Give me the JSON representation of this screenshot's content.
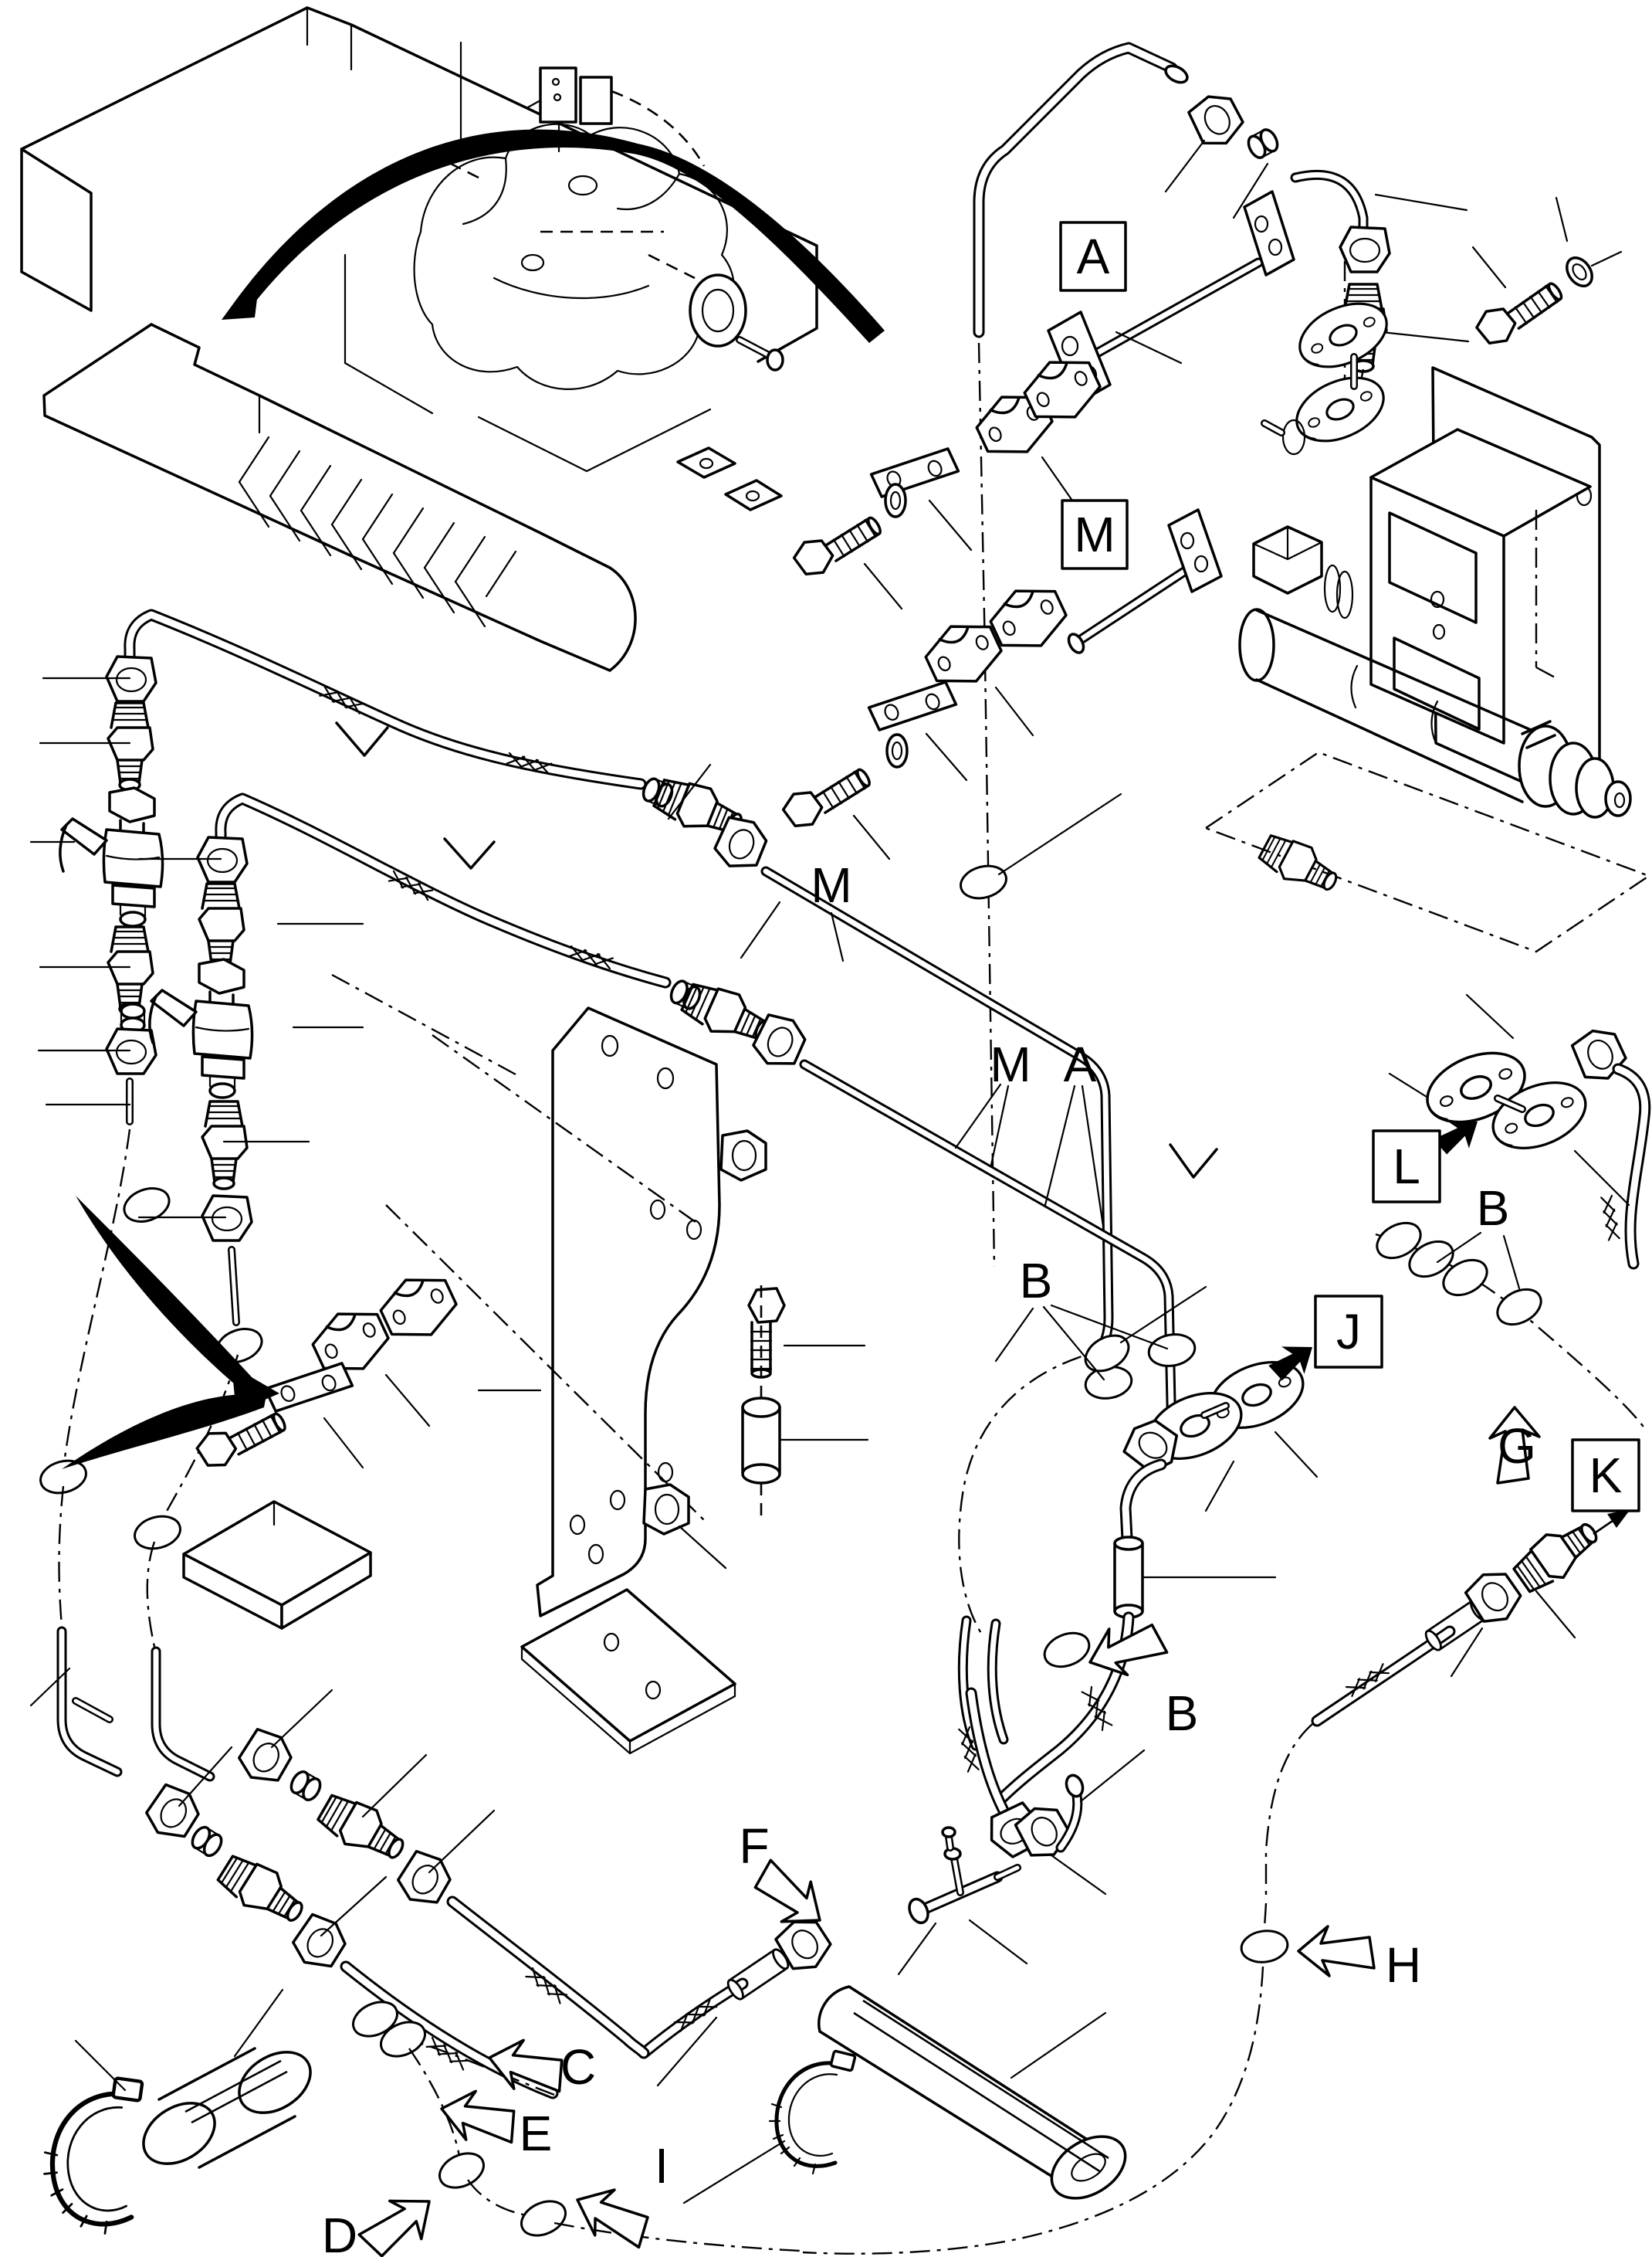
{
  "page": {
    "type": "exploded-parts-diagram",
    "subject": "hydraulic piping installation with shut-off valves, steel pipes, hoses and clamps",
    "background_color": "#ffffff",
    "line_color": "#000000"
  },
  "labels": {
    "boxed": [
      {
        "name": "A"
      },
      {
        "name": "M"
      },
      {
        "name": "L"
      },
      {
        "name": "J"
      },
      {
        "name": "K"
      }
    ],
    "callouts": [
      {
        "name": "M"
      },
      {
        "name": "M"
      },
      {
        "name": "A"
      },
      {
        "name": "B"
      },
      {
        "name": "B"
      },
      {
        "name": "B"
      },
      {
        "name": "C"
      },
      {
        "name": "D"
      },
      {
        "name": "E"
      },
      {
        "name": "F"
      },
      {
        "name": "G"
      },
      {
        "name": "H"
      },
      {
        "name": "I"
      }
    ]
  }
}
